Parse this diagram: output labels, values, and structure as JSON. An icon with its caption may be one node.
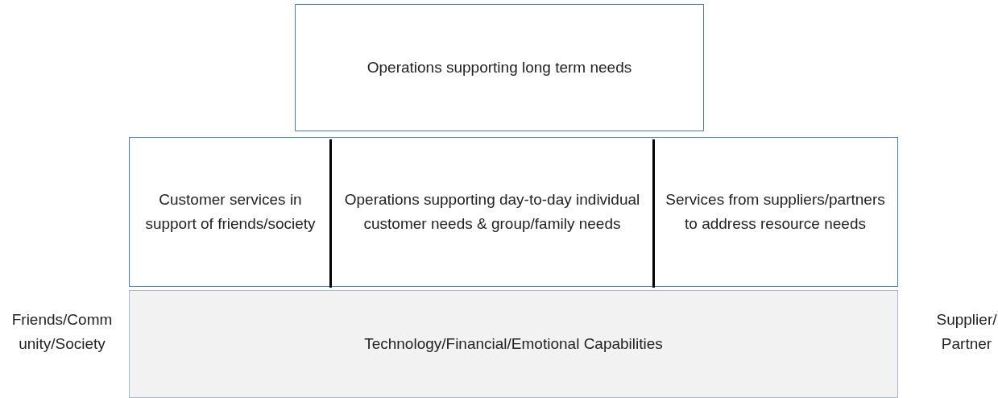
{
  "diagram": {
    "nodes": [
      {
        "text": [
          "Operations supporting long term needs"
        ]
      },
      {
        "text": [
          "Customer services in support of friends/society"
        ]
      },
      {
        "text": [
          "Operations supporting day-to-day individual customer needs & group/family needs"
        ]
      },
      {
        "text": [
          "Services from suppliers/partners to address resource needs"
        ]
      },
      {
        "text": [
          "Technology/Financial/Emotional Capabilities"
        ]
      }
    ],
    "edges": [],
    "labels": [
      "Friends/Comm unity/Society",
      "Supplier/ Partner"
    ]
  }
}
